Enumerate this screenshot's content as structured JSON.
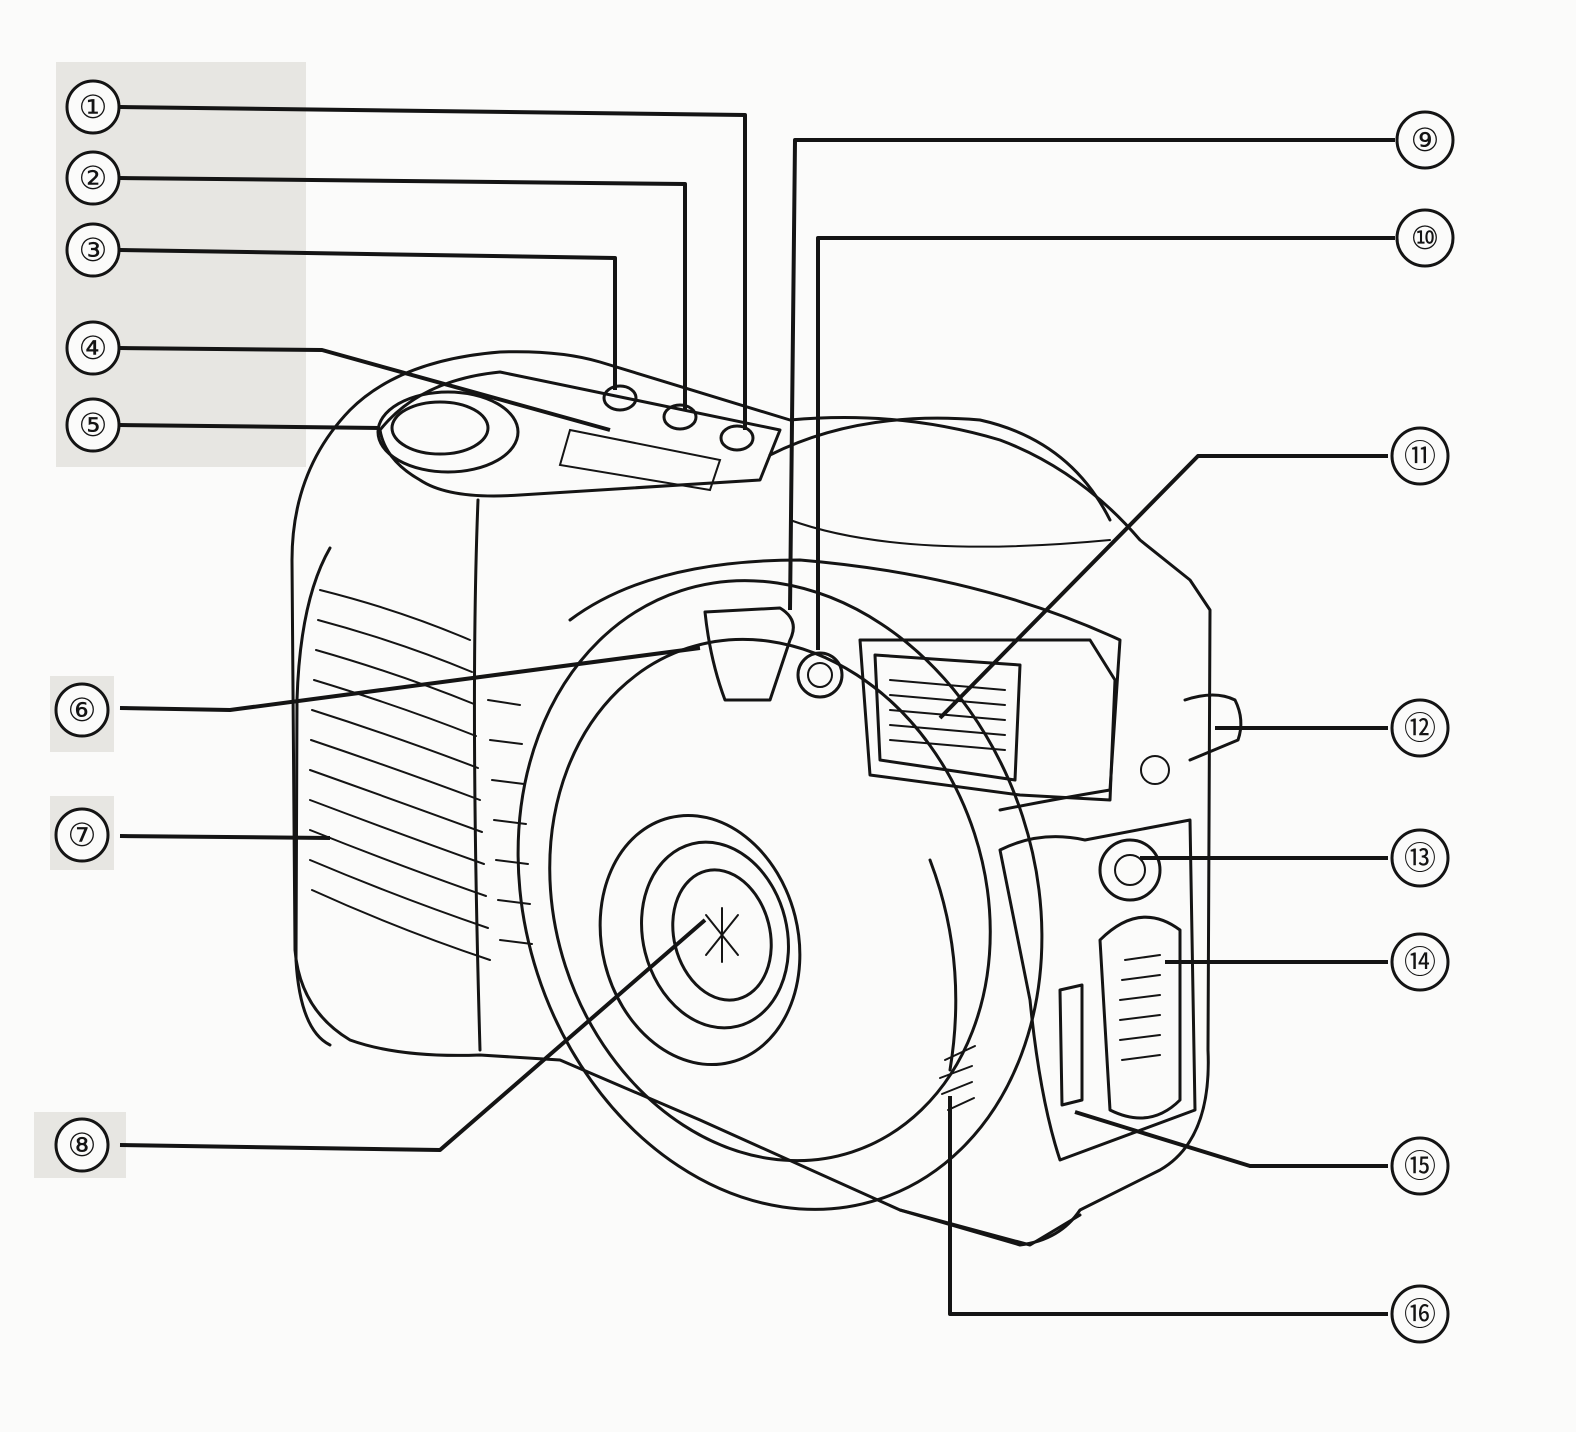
{
  "callouts": [
    {
      "id": "1",
      "label": "①"
    },
    {
      "id": "2",
      "label": "②"
    },
    {
      "id": "3",
      "label": "③"
    },
    {
      "id": "4",
      "label": "④"
    },
    {
      "id": "5",
      "label": "⑤"
    },
    {
      "id": "6",
      "label": "⑥"
    },
    {
      "id": "7",
      "label": "⑦"
    },
    {
      "id": "8",
      "label": "⑧"
    },
    {
      "id": "9",
      "label": "⑨"
    },
    {
      "id": "10",
      "label": "⑩"
    },
    {
      "id": "11",
      "label": "⑪"
    },
    {
      "id": "12",
      "label": "⑫"
    },
    {
      "id": "13",
      "label": "⑬"
    },
    {
      "id": "14",
      "label": "⑭"
    },
    {
      "id": "15",
      "label": "⑮"
    },
    {
      "id": "16",
      "label": "⑯"
    }
  ],
  "colors": {
    "ink": "#141414",
    "paper": "#fbfbfa",
    "label_shade": "#e7e6e2"
  },
  "subject_icon": "compact-film-camera"
}
